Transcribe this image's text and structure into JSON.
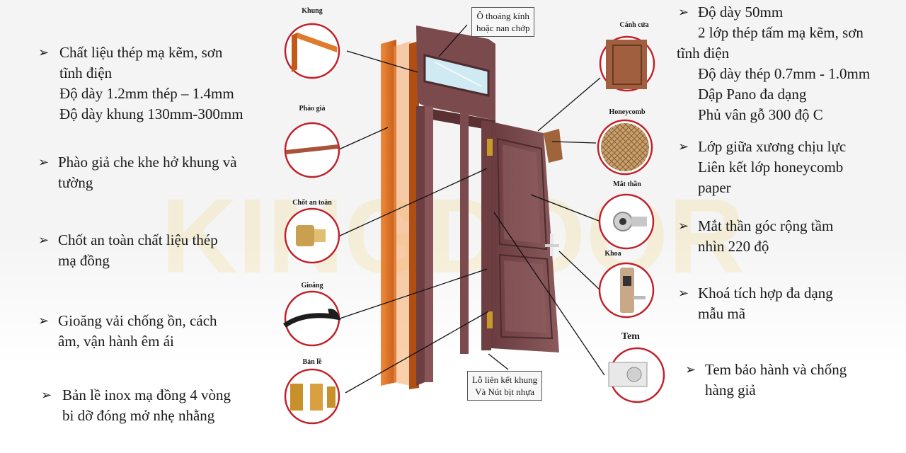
{
  "left_features": [
    {
      "lines": [
        "Chất liệu thép mạ kẽm, sơn",
        "tĩnh điện",
        "Độ dày 1.2mm thép – 1.4mm",
        "Độ dày khung 130mm-300mm"
      ]
    },
    {
      "lines": [
        "Phào giả che khe hở khung và",
        "tường"
      ]
    },
    {
      "lines": [
        "Chốt an toàn chất liệu thép",
        "mạ đồng"
      ]
    },
    {
      "lines": [
        "Gioăng vải chống ồn, cách",
        "âm, vận hành êm ái"
      ]
    },
    {
      "lines": [
        "Bản lề inox mạ đồng 4 vòng",
        "bi dỡ đóng mở nhẹ nhằng"
      ]
    }
  ],
  "right_features": [
    {
      "lines": [
        "Độ dày 50mm",
        "2 lớp thép tấm mạ kẽm, sơn",
        "tĩnh điện",
        "Độ dày thép 0.7mm - 1.0mm",
        "Dập Pano đa dạng",
        "Phủ vân gỗ 300 độ C"
      ]
    },
    {
      "lines": [
        "Lớp giữa xương chịu lực",
        "Liên kết lớp honeycomb",
        "paper"
      ]
    },
    {
      "lines": [
        "Mắt thần góc rộng tầm",
        "nhìn 220 độ"
      ]
    },
    {
      "lines": [
        "Khoá tích hợp đa dạng",
        "mẫu mã"
      ]
    },
    {
      "lines": [
        "Tem bảo hành và chống",
        "hàng giả"
      ]
    }
  ],
  "left_circles": [
    {
      "label": "Khung",
      "icon": "frame-corner-icon"
    },
    {
      "label": "Phào giả",
      "icon": "trim-strip-icon"
    },
    {
      "label": "Chốt an toàn",
      "icon": "safety-bolt-icon"
    },
    {
      "label": "Gioăng",
      "icon": "gasket-icon"
    },
    {
      "label": "Bản lề",
      "icon": "hinge-icon"
    }
  ],
  "right_circles": [
    {
      "label": "Cánh cửa",
      "icon": "door-leaf-icon"
    },
    {
      "label": "Honeycomb",
      "icon": "honeycomb-icon"
    },
    {
      "label": "Mắt thần",
      "icon": "peephole-icon"
    },
    {
      "label": "Khoa",
      "icon": "lock-icon"
    },
    {
      "label": "Tem",
      "icon": "warranty-stamp-icon"
    }
  ],
  "callouts": {
    "top": [
      "Ô thoáng kính",
      "hoặc nan chớp"
    ],
    "bottom": [
      "Lỗ liên kết khung",
      "Và Nút bịt nhựa"
    ]
  },
  "watermark": "KINGDOOR",
  "colors": {
    "door": "#7a4a4d",
    "frame": "#e07a2c",
    "ring": "#c0202a",
    "background": "#f4f4f4"
  }
}
